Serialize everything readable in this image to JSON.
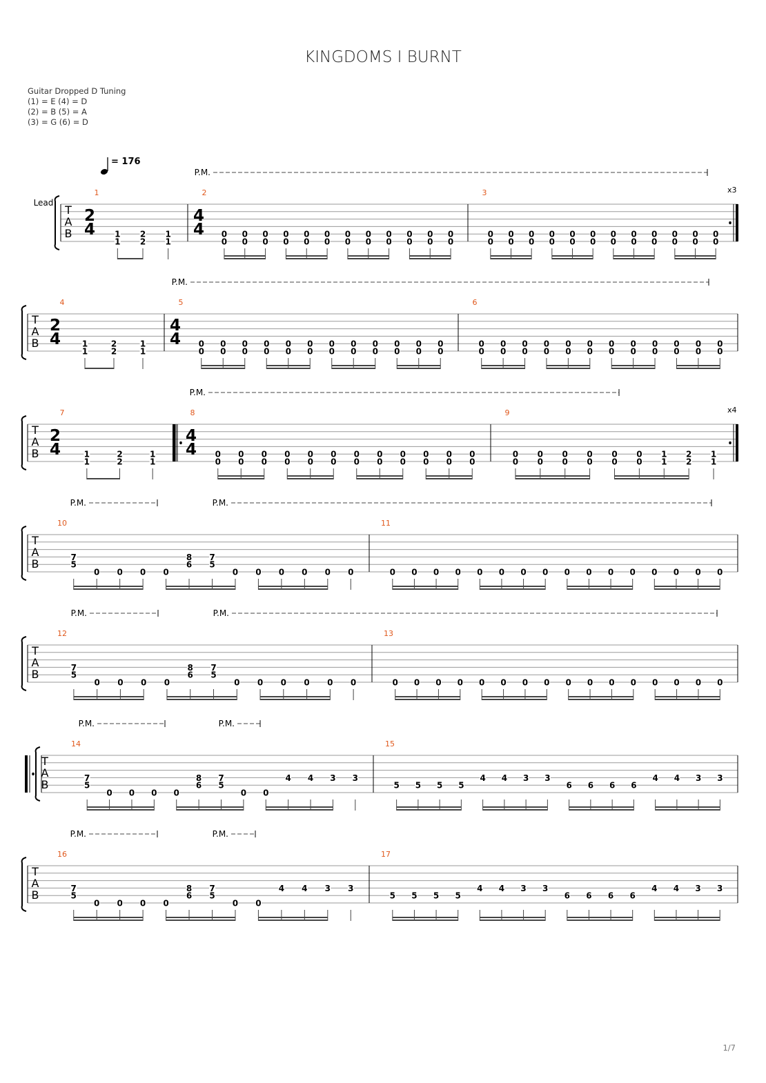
{
  "title": "KINGDOMS I BURNT",
  "tuning": {
    "name": "Guitar Dropped D Tuning",
    "lines": [
      "(1) = E (4) = D",
      "(2) = B (5) = A",
      "(3) = G (6) = D"
    ]
  },
  "tempo": "= 176",
  "track_name": "Lead",
  "palm_mute_label": "P.M.",
  "tab_clef": [
    "T",
    "A",
    "B"
  ],
  "page_number": "1/7",
  "systems": [
    {
      "measures": [
        {
          "number": "1",
          "time_signature": [
            "2",
            "4"
          ],
          "beats": [
            {
              "frets": {
                "5": "1",
                "6": "1"
              }
            },
            {
              "frets": {
                "5": "2",
                "6": "2"
              }
            },
            {
              "frets": {
                "5": "1",
                "6": "1"
              }
            }
          ]
        },
        {
          "number": "2",
          "time_signature": [
            "4",
            "4"
          ],
          "repeat_note": "",
          "beats": [
            {
              "frets": {
                "5": "0",
                "6": "0"
              },
              "count": 12
            }
          ]
        },
        {
          "number": "3",
          "repeat_end": true,
          "repeat_count": "x3",
          "beats": [
            {
              "frets": {
                "5": "0",
                "6": "0"
              },
              "count": 12
            }
          ]
        }
      ],
      "palm_mutes": [
        {
          "from_measure": 2,
          "to_measure": 3
        }
      ]
    },
    {
      "measures": [
        {
          "number": "4",
          "time_signature": [
            "2",
            "4"
          ],
          "beats": [
            {
              "frets": {
                "5": "1",
                "6": "1"
              }
            },
            {
              "frets": {
                "5": "2",
                "6": "2"
              }
            },
            {
              "frets": {
                "5": "1",
                "6": "1"
              }
            }
          ]
        },
        {
          "number": "5",
          "time_signature": [
            "4",
            "4"
          ],
          "beats": [
            {
              "frets": {
                "5": "0",
                "6": "0"
              },
              "count": 12
            }
          ]
        },
        {
          "number": "6",
          "beats": [
            {
              "frets": {
                "5": "0",
                "6": "0"
              },
              "count": 12
            }
          ]
        }
      ],
      "palm_mutes": [
        {
          "from_measure": 5,
          "to_measure": 6
        }
      ]
    },
    {
      "measures": [
        {
          "number": "7",
          "time_signature": [
            "2",
            "4"
          ],
          "beats": [
            {
              "frets": {
                "5": "1",
                "6": "1"
              }
            },
            {
              "frets": {
                "5": "2",
                "6": "2"
              }
            },
            {
              "frets": {
                "5": "1",
                "6": "1"
              }
            }
          ]
        },
        {
          "number": "8",
          "time_signature": [
            "4",
            "4"
          ],
          "repeat_start": true,
          "beats": [
            {
              "frets": {
                "5": "0",
                "6": "0"
              },
              "count": 12
            }
          ]
        },
        {
          "number": "9",
          "repeat_end": true,
          "repeat_count": "x4",
          "beats": [
            {
              "frets": {
                "5": "0",
                "6": "0"
              },
              "count": 6
            },
            {
              "frets": {
                "5": "1",
                "6": "1"
              }
            },
            {
              "frets": {
                "5": "2",
                "6": "2"
              }
            },
            {
              "frets": {
                "5": "1",
                "6": "1"
              }
            }
          ]
        }
      ],
      "palm_mutes": [
        {
          "from_measure": 8,
          "to_measure": 9,
          "partial": true
        }
      ]
    },
    {
      "measures": [
        {
          "number": "10",
          "beats": [
            {
              "frets": {
                "4": "7",
                "5": "5"
              }
            },
            {
              "frets": {
                "6": "0"
              },
              "count": 4
            },
            {
              "frets": {
                "4": "8",
                "5": "6"
              }
            },
            {
              "frets": {
                "4": "7",
                "5": "5"
              }
            },
            {
              "frets": {
                "6": "0"
              },
              "count": 6
            }
          ]
        },
        {
          "number": "11",
          "beats": [
            {
              "frets": {
                "6": "0"
              },
              "count": 16
            }
          ]
        }
      ]
    },
    {
      "measures": [
        {
          "number": "12",
          "beats": [
            {
              "frets": {
                "4": "7",
                "5": "5"
              }
            },
            {
              "frets": {
                "6": "0"
              },
              "count": 4
            },
            {
              "frets": {
                "4": "8",
                "5": "6"
              }
            },
            {
              "frets": {
                "4": "7",
                "5": "5"
              }
            },
            {
              "frets": {
                "6": "0"
              },
              "count": 6
            }
          ]
        },
        {
          "number": "13",
          "beats": [
            {
              "frets": {
                "6": "0"
              },
              "count": 16
            }
          ]
        }
      ]
    },
    {
      "repeat_start": true,
      "measures": [
        {
          "number": "14",
          "beats": [
            {
              "frets": {
                "4": "7",
                "5": "5"
              }
            },
            {
              "frets": {
                "6": "0"
              },
              "count": 4
            },
            {
              "frets": {
                "4": "8",
                "5": "6"
              }
            },
            {
              "frets": {
                "4": "7",
                "5": "5"
              }
            },
            {
              "frets": {
                "6": "0"
              },
              "count": 2
            },
            {
              "frets": {
                "4": "4"
              }
            },
            {
              "frets": {
                "4": "4"
              }
            },
            {
              "frets": {
                "4": "3"
              }
            },
            {
              "frets": {
                "4": "3"
              }
            }
          ]
        },
        {
          "number": "15",
          "beats": [
            {
              "frets": {
                "5": "5"
              },
              "count": 4
            },
            {
              "frets": {
                "4": "4"
              }
            },
            {
              "frets": {
                "4": "4"
              }
            },
            {
              "frets": {
                "4": "3"
              }
            },
            {
              "frets": {
                "4": "3"
              }
            },
            {
              "frets": {
                "5": "6"
              },
              "count": 4
            },
            {
              "frets": {
                "4": "4"
              }
            },
            {
              "frets": {
                "4": "4"
              }
            },
            {
              "frets": {
                "4": "3"
              }
            },
            {
              "frets": {
                "4": "3"
              }
            }
          ]
        }
      ]
    },
    {
      "measures": [
        {
          "number": "16",
          "beats": [
            {
              "frets": {
                "4": "7",
                "5": "5"
              }
            },
            {
              "frets": {
                "6": "0"
              },
              "count": 4
            },
            {
              "frets": {
                "4": "8",
                "5": "6"
              }
            },
            {
              "frets": {
                "4": "7",
                "5": "5"
              }
            },
            {
              "frets": {
                "6": "0"
              },
              "count": 2
            },
            {
              "frets": {
                "4": "4"
              }
            },
            {
              "frets": {
                "4": "4"
              }
            },
            {
              "frets": {
                "4": "3"
              }
            },
            {
              "frets": {
                "4": "3"
              }
            }
          ]
        },
        {
          "number": "17",
          "beats": [
            {
              "frets": {
                "5": "5"
              },
              "count": 4
            },
            {
              "frets": {
                "4": "4"
              }
            },
            {
              "frets": {
                "4": "4"
              }
            },
            {
              "frets": {
                "4": "3"
              }
            },
            {
              "frets": {
                "4": "3"
              }
            },
            {
              "frets": {
                "5": "6"
              },
              "count": 4
            },
            {
              "frets": {
                "4": "4"
              }
            },
            {
              "frets": {
                "4": "4"
              }
            },
            {
              "frets": {
                "4": "3"
              }
            },
            {
              "frets": {
                "4": "3"
              }
            }
          ]
        }
      ]
    }
  ]
}
